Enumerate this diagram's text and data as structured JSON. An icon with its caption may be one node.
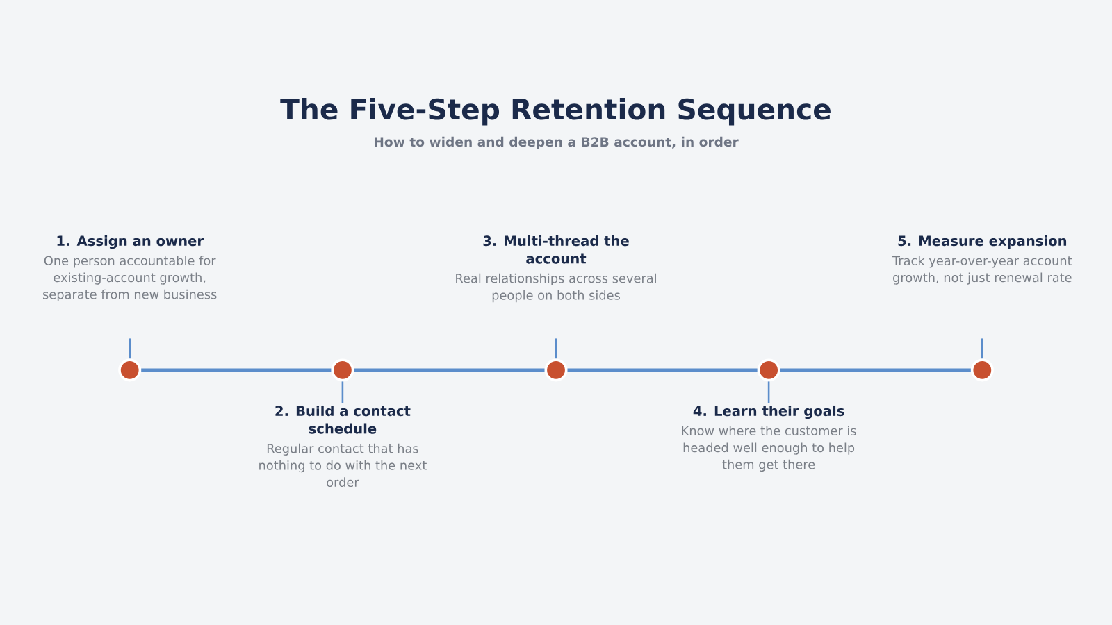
{
  "diagram": {
    "title": "The Five-Step Retention Sequence",
    "nodes": [
      {
        "text": [
          "1. Assign an owner",
          "One person accountable for existing-account growth, separate from new business"
        ]
      },
      {
        "text": [
          "2. Build a contact schedule",
          "Regular contact that has nothing to do with the next order"
        ]
      },
      {
        "text": [
          "3. Multi-thread the account",
          "Real relationships across several people on both sides"
        ]
      },
      {
        "text": [
          "4. Learn their goals",
          "Know where the customer is headed well enough to help them get there"
        ]
      },
      {
        "text": [
          "5. Measure expansion",
          "Track year-over-year account growth, not just renewal rate"
        ]
      },
      {
        "text": [],
        "shape": "circle"
      },
      {
        "text": [],
        "shape": "circle"
      },
      {
        "text": [],
        "shape": "circle"
      },
      {
        "text": [],
        "shape": "circle"
      },
      {
        "text": [],
        "shape": "circle"
      }
    ],
    "edges": [
      {
        "from": 5,
        "to": 6,
        "arrow": "none"
      },
      {
        "from": 6,
        "to": 7,
        "arrow": "none"
      },
      {
        "from": 7,
        "to": 8,
        "arrow": "none"
      },
      {
        "from": 8,
        "to": 9,
        "arrow": "none"
      },
      {
        "from": 6,
        "to": 1,
        "arrow": "none"
      },
      {
        "from": 8,
        "to": 3,
        "arrow": "none"
      }
    ],
    "labels": [
      "How to widen and deepen a B2B account, in order"
    ]
  }
}
